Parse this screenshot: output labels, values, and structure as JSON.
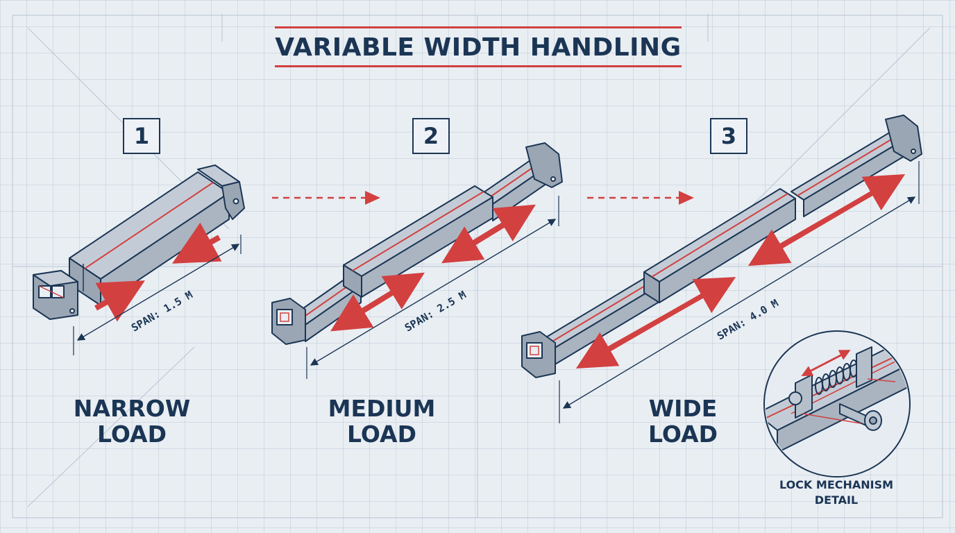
{
  "title": "VARIABLE WIDTH HANDLING",
  "steps": [
    {
      "number": "1",
      "label_line1": "NARROW",
      "label_line2": "LOAD",
      "span": "SPAN: 1.5 M"
    },
    {
      "number": "2",
      "label_line1": "MEDIUM",
      "label_line2": "LOAD",
      "span": "SPAN: 2.5 M"
    },
    {
      "number": "3",
      "label_line1": "WIDE",
      "label_line2": "LOAD",
      "span": "SPAN: 4.0 M"
    }
  ],
  "detail": {
    "line1": "LOCK MECHANISM",
    "line2": "DETAIL"
  },
  "colors": {
    "ink": "#1b3554",
    "accent": "#d24040",
    "beam": "#a9b4c0",
    "paper": "#e9eef3"
  }
}
